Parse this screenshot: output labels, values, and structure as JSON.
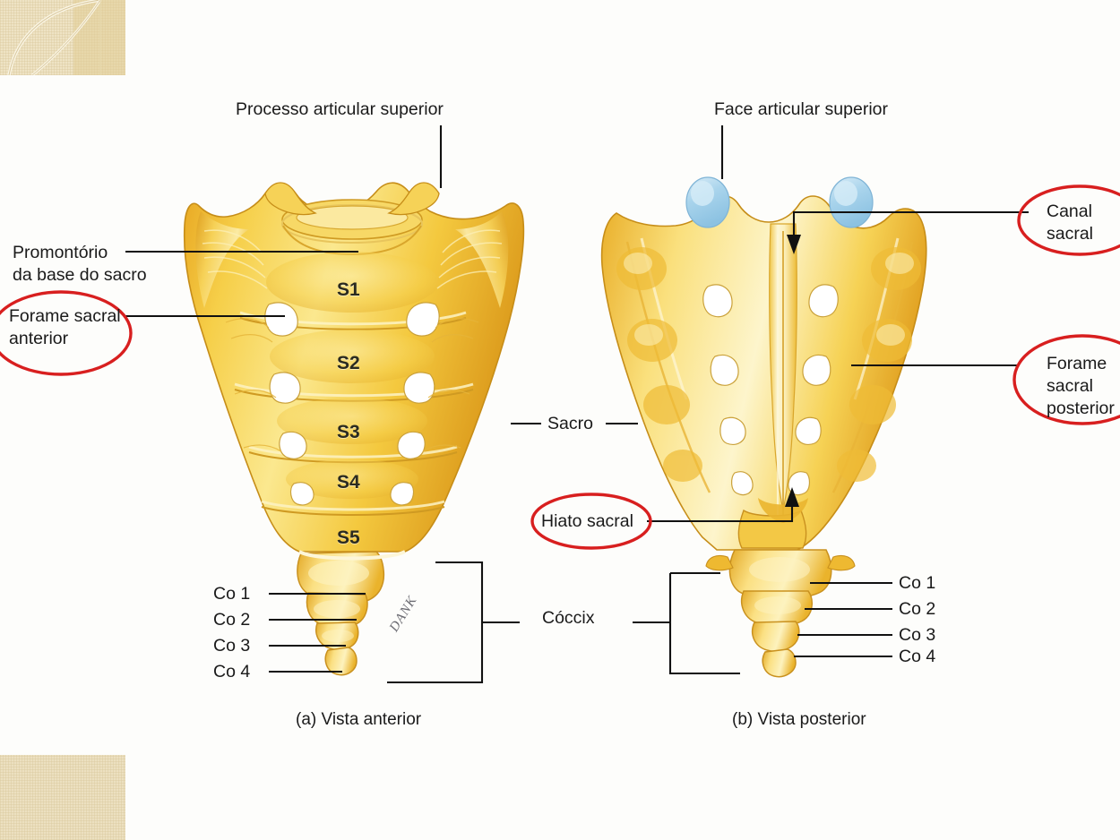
{
  "figure": {
    "subject": "Sacro e Cóccix",
    "panels": [
      {
        "id": "a",
        "caption": "(a) Vista anterior"
      },
      {
        "id": "b",
        "caption": "(b) Vista posterior"
      }
    ]
  },
  "colors": {
    "bone_light": "#fdf3cf",
    "bone_mid": "#f5cf4e",
    "bone_deep": "#e0a520",
    "bone_shadow": "#c8891a",
    "facet_blue": "#b6dcf0",
    "leader": "#111111",
    "annotation_red": "#d81f1f",
    "corner_beige": "#eee3c4",
    "text": "#1a1a1a"
  },
  "labels": {
    "processo_articular_superior": "Processo articular superior",
    "face_articular_superior": "Face articular superior",
    "promontorio_line1": "Promontório",
    "promontorio_line2": "da base do sacro",
    "forame_anterior_line1": "Forame sacral",
    "forame_anterior_line2": "anterior",
    "canal_sacral_line1": "Canal",
    "canal_sacral_line2": "sacral",
    "forame_posterior_line1": "Forame",
    "forame_posterior_line2": "sacral",
    "forame_posterior_line3": "posterior",
    "sacro": "Sacro",
    "hiato_sacral": "Hiato sacral",
    "coccix": "Cóccix",
    "artist_signature": "DANK"
  },
  "annotated_in_red": [
    "Forame sacral anterior",
    "Canal sacral",
    "Forame sacral posterior",
    "Hiato sacral"
  ],
  "vertebrae": {
    "sacral": [
      "S1",
      "S2",
      "S3",
      "S4",
      "S5"
    ],
    "coccygeal_left": [
      "Co 1",
      "Co 2",
      "Co 3",
      "Co 4"
    ],
    "coccygeal_right": [
      "Co 1",
      "Co 2",
      "Co 3",
      "Co 4"
    ]
  }
}
